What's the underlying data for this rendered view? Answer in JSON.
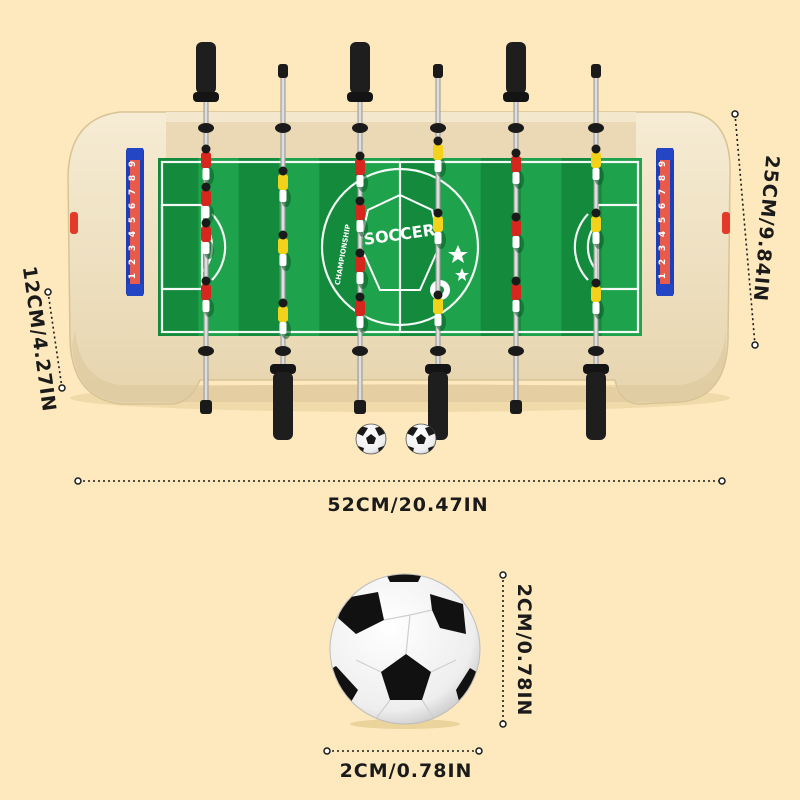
{
  "dimensions": {
    "length": "52CM/20.47IN",
    "depth": "25CM/9.84IN",
    "height": "12CM/4.27IN",
    "ball_width": "2CM/0.78IN",
    "ball_height": "2CM/0.78IN"
  },
  "table": {
    "logo_main": "SOCCER",
    "logo_arc": "CHAMPIONSHIP",
    "score_digits": [
      "1",
      "2",
      "3",
      "4",
      "5",
      "6",
      "7",
      "8",
      "9"
    ]
  },
  "colors": {
    "background": "#fde9bd",
    "wood": "#f3e6c8",
    "field_dark": "#138a3c",
    "field_light": "#1fa24c",
    "team_red": "#d7261e",
    "team_yellow": "#f2d21a",
    "score_blue": "#1c3fb8"
  }
}
